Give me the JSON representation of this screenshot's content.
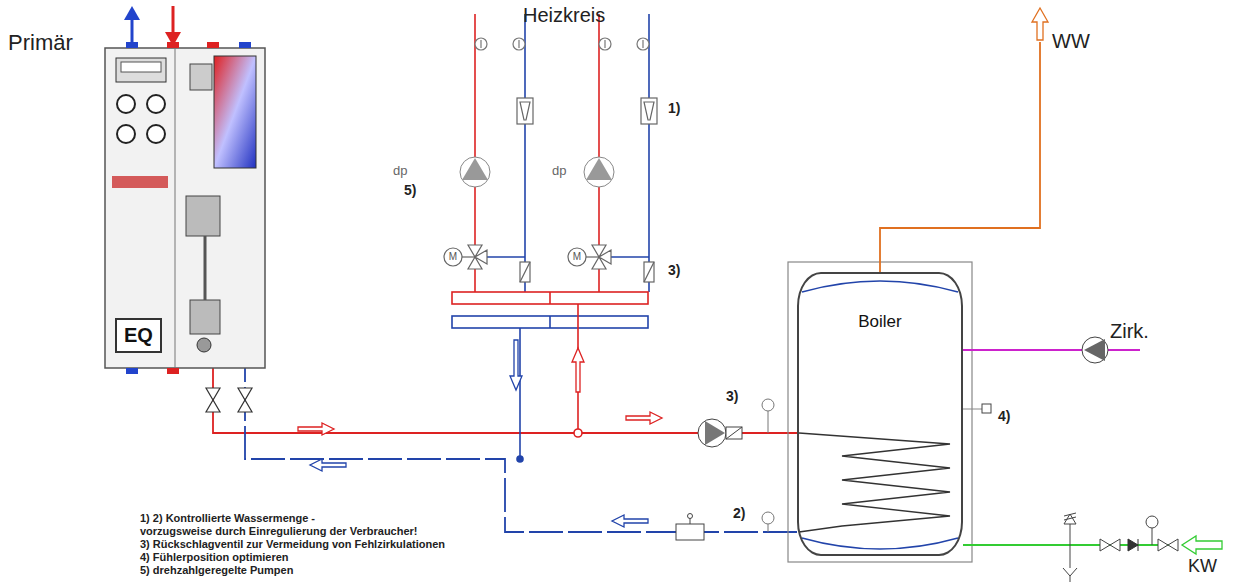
{
  "diagram": {
    "nodes": [
      {
        "text": [
          "EQ"
        ]
      },
      {
        "text": [
          "Boiler"
        ]
      }
    ],
    "edges": [
      {
        "from": 0,
        "to": 1,
        "arrow": "none"
      },
      {
        "from": 1,
        "to": 0,
        "arrow": "none"
      }
    ],
    "labels": [
      "Primär",
      "Heizkreis",
      "M",
      "M",
      "dp",
      "dp",
      "5)",
      "1)",
      "3)",
      "3)",
      "2)",
      "4)",
      "WW",
      "Zirk.",
      "KW",
      "1) 2) Kontrollierte Wassermenge -",
      "vorzugsweise durch Einregulierung der Verbraucher!",
      "3) Rückschlagventil zur Vermeidung von Fehlzirkulationen",
      "4) Fühlerposition optimieren",
      "5) drehzahlgeregelte Pumpen"
    ]
  }
}
